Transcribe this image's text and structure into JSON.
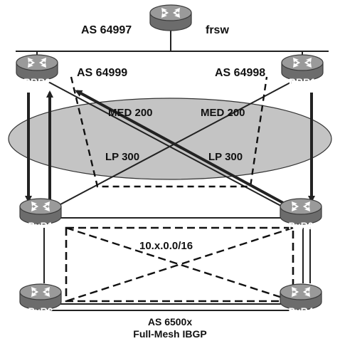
{
  "top_router": {
    "as_label": "AS  64997",
    "name": "frsw"
  },
  "left_as": "AS  64999",
  "right_as": "AS  64998",
  "routers": {
    "bbr2": "BBR2",
    "bbr1": "BBR1",
    "pxr1": "PxR1",
    "pxr2": "PxR2",
    "pxr3": "PxR3",
    "pxr4": "PxR4"
  },
  "labels": {
    "med_left": "MED 200",
    "med_right": "MED 200",
    "lp_left": "LP 300",
    "lp_right": "LP 300",
    "prefix": "10.x.0.0/16",
    "bottom_as": "AS  6500x",
    "bottom_caption": "Full-Mesh IBGP"
  }
}
